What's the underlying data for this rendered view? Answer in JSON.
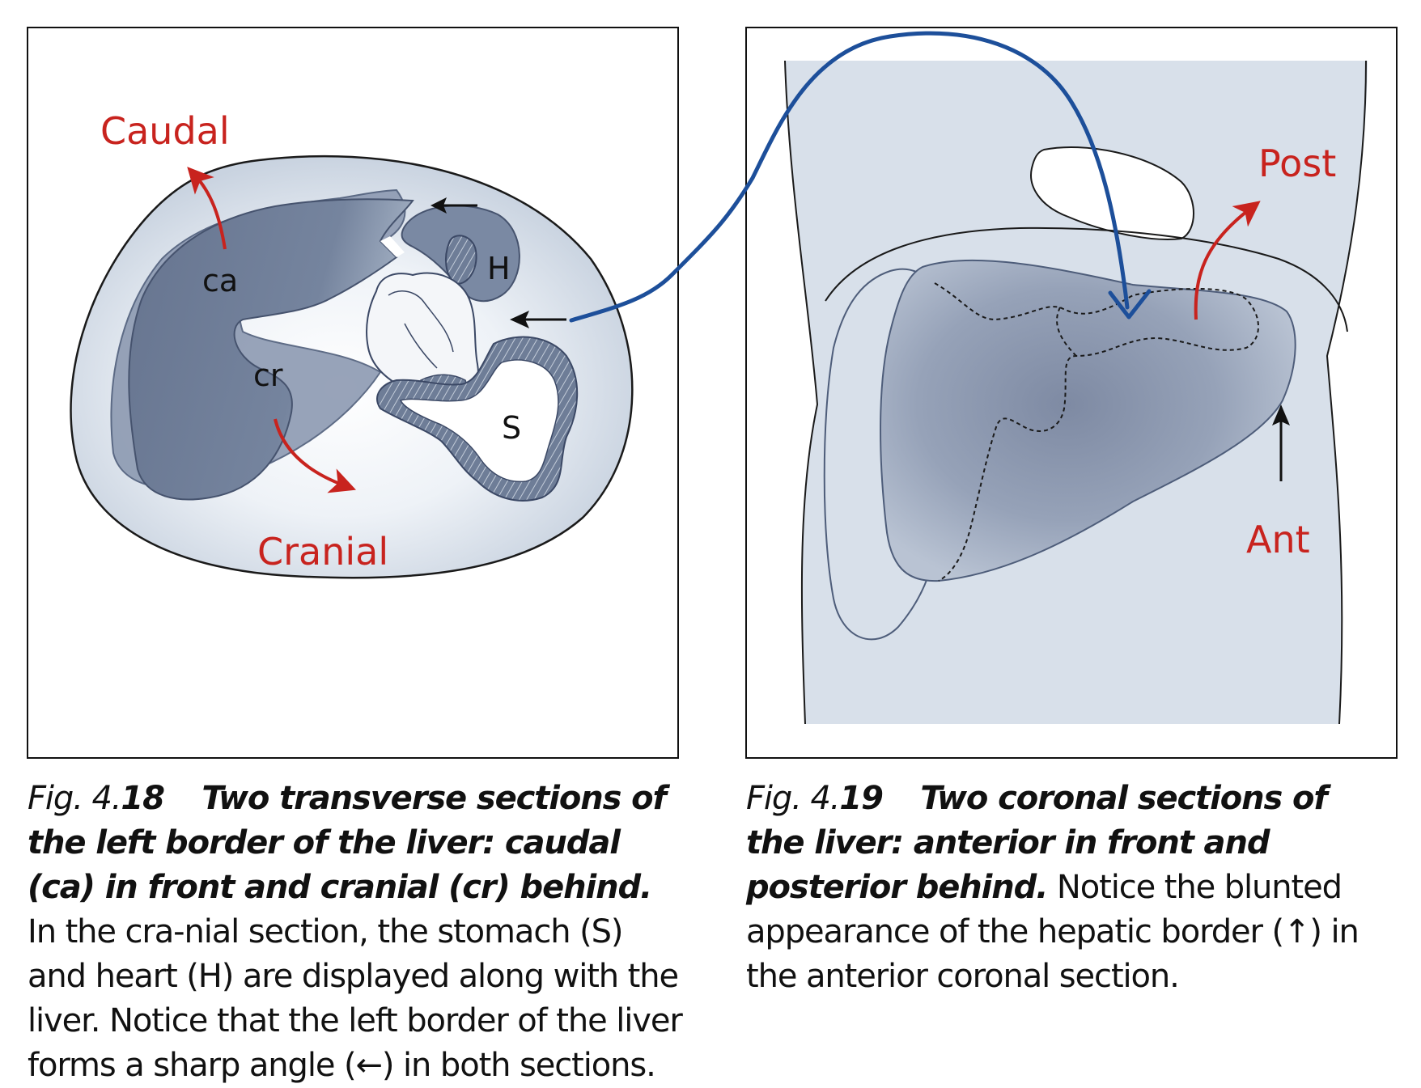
{
  "left_panel": {
    "labels": {
      "caudal": "Caudal",
      "cranial": "Cranial",
      "ca": "ca",
      "cr": "cr",
      "heart": "H",
      "stomach": "S"
    }
  },
  "right_panel": {
    "labels": {
      "post": "Post",
      "ant": "Ant"
    }
  },
  "captions": {
    "left": {
      "fig_prefix": "Fig. 4.",
      "fig_number": "18",
      "heading": "Two transverse sections of the left border of the liver: caudal (ca) in front and cranial (cr) behind.",
      "body": "In the cra-nial section, the stomach (S) and heart (H) are displayed along with the liver. Notice that the left border of the liver forms a sharp angle (←) in both sections."
    },
    "right": {
      "fig_prefix": "Fig. 4.",
      "fig_number": "19",
      "heading": "Two coronal sections of the liver: anterior in front and posterior behind.",
      "body": "Notice the blunted appearance of the hepatic border (↑) in the anterior coronal section."
    }
  },
  "colors": {
    "label_red": "#c8231e",
    "connector_blue": "#1d4f9a",
    "organ_fill": "#6f7f99",
    "panel_fill": "#d8e0ea"
  }
}
